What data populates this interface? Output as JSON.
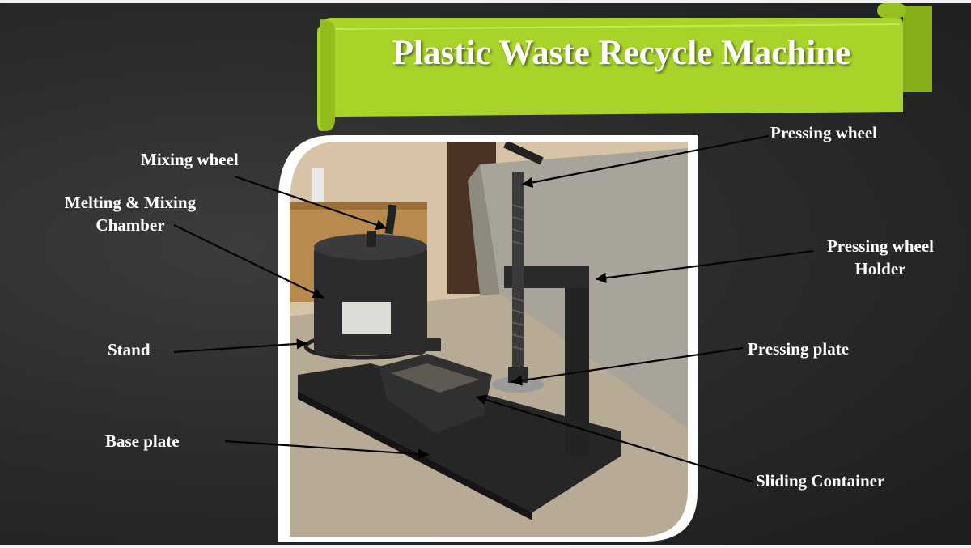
{
  "title": "Plastic Waste Recycle Machine",
  "colors": {
    "banner_green": "#a8d42a",
    "banner_fold": "#86ad1a",
    "background": "#2a2c2e",
    "label_text": "#ffffff",
    "photo_border": "#ffffff"
  },
  "labels": {
    "mixing_wheel": "Mixing wheel",
    "melting_chamber_line1": "Melting & Mixing",
    "melting_chamber_line2": "Chamber",
    "stand": "Stand",
    "base_plate": "Base plate",
    "pressing_wheel": "Pressing wheel",
    "pressing_wheel_holder_line1": "Pressing wheel",
    "pressing_wheel_holder_line2": "Holder",
    "pressing_plate": "Pressing plate",
    "sliding_container": "Sliding Container"
  }
}
